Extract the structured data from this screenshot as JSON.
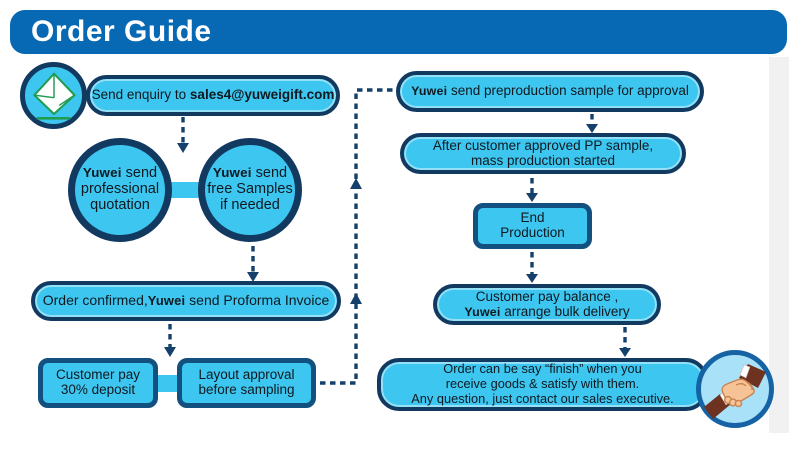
{
  "header": {
    "title": "Order Guide"
  },
  "flow": {
    "enquiry": {
      "text": "Send enquiry to ",
      "email": "sales4@yuweigift.com"
    },
    "quotation": {
      "brand": "Yuwei",
      "after_brand": " send",
      "line2": "professional",
      "line3": "quotation"
    },
    "samples": {
      "brand": "Yuwei",
      "after_brand": " send",
      "line2": "free Samples",
      "line3": "if needed"
    },
    "order_confirmed": {
      "before_brand": "Order confirmed,",
      "brand": "Yuwei",
      "after_brand": " send Proforma Invoice"
    },
    "deposit": {
      "line1": "Customer pay",
      "line2": "30% deposit"
    },
    "layout": {
      "line1": "Layout approval",
      "line2": "before sampling"
    },
    "preproduction": {
      "brand": "Yuwei",
      "after_brand": " send preproduction sample for approval"
    },
    "mass_production": {
      "line1": "After customer approved PP sample,",
      "line2": "mass production started"
    },
    "end_production": {
      "line1": "End",
      "line2": "Production"
    },
    "balance": {
      "line1": "Customer pay balance ,",
      "brand": "Yuwei",
      "after_brand": " arrange bulk delivery"
    },
    "finish": {
      "line1": "Order can be say “finish” when you",
      "line2": "receive goods & satisfy with them.",
      "line3": "Any question, just contact our sales executive."
    }
  },
  "icons": {
    "envelope": "envelope-icon",
    "handshake": "handshake-icon"
  },
  "colors": {
    "header_bg": "#0769b3",
    "node_fill": "#3dc7f0",
    "pill_border": "#123a61",
    "rect_border": "#12517f",
    "arrow": "#14406b",
    "envelope_green": "#1f9d52"
  }
}
